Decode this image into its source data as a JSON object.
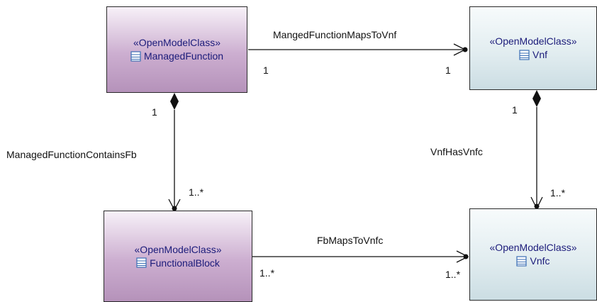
{
  "classes": {
    "managed_function": {
      "stereotype": "«OpenModelClass»",
      "name": "ManagedFunction"
    },
    "vnf": {
      "stereotype": "«OpenModelClass»",
      "name": "Vnf"
    },
    "functional_block": {
      "stereotype": "«OpenModelClass»",
      "name": "FunctionalBlock"
    },
    "vnfc": {
      "stereotype": "«OpenModelClass»",
      "name": "Vnfc"
    }
  },
  "associations": {
    "maps_to_vnf": {
      "name": "MangedFunctionMapsToVnf",
      "source_mult": "1",
      "target_mult": "1"
    },
    "contains_fb": {
      "name": "ManagedFunctionContainsFb",
      "source_mult": "1",
      "target_mult": "1..*"
    },
    "vnf_has_vnfc": {
      "name": "VnfHasVnfc",
      "source_mult": "1",
      "target_mult": "1..*"
    },
    "fb_maps_to_vnfc": {
      "name": "FbMapsToVnfc",
      "source_mult": "1..*",
      "target_mult": "1..*"
    }
  },
  "icons": {
    "class": "class-icon",
    "composition": "filled-diamond",
    "navigable_end": "open-arrowhead-with-dot"
  },
  "colors": {
    "purple_class": "#c9a9cd",
    "blue_class": "#dfeaee",
    "text": "#1b1b7a",
    "line": "#111111"
  }
}
